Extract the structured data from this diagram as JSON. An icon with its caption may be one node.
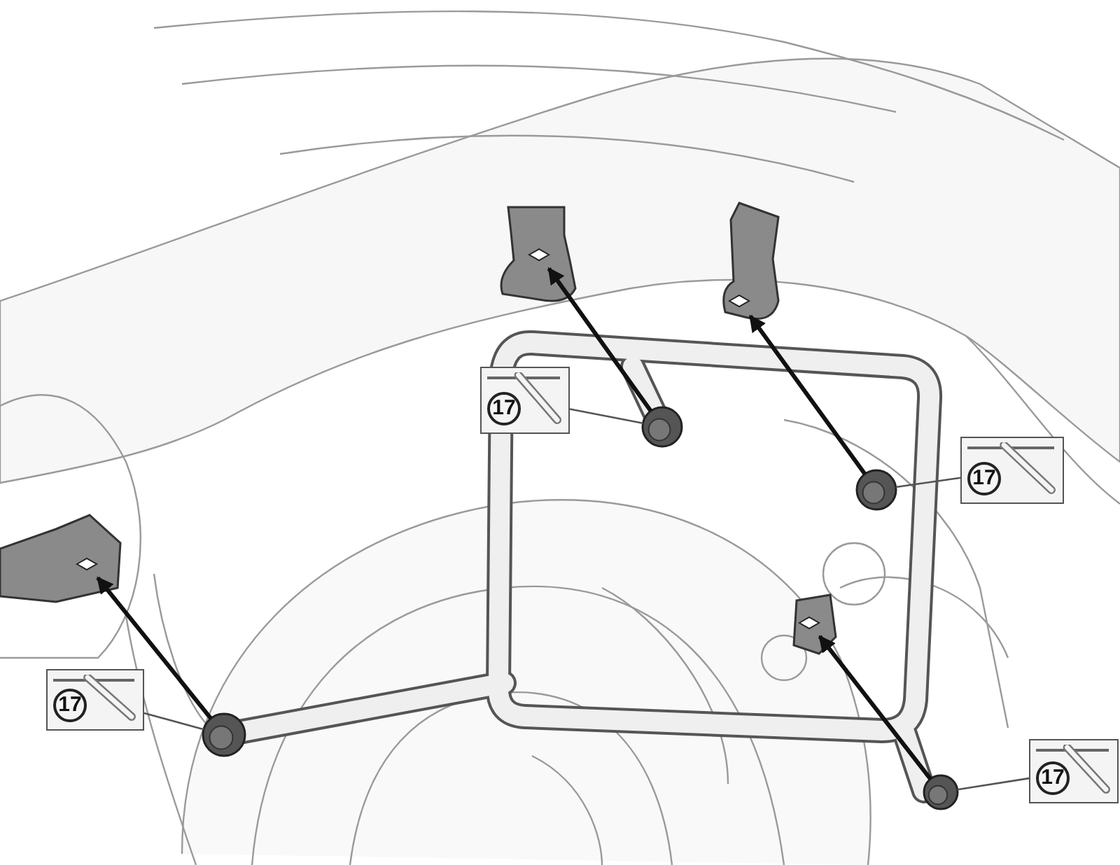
{
  "diagram": {
    "nodes": [
      {
        "text": [
          "17"
        ]
      },
      {
        "text": [
          "17"
        ]
      },
      {
        "text": [
          "17"
        ]
      },
      {
        "text": [
          "17"
        ]
      },
      {
        "text": [],
        "shape": "circle"
      },
      {
        "text": [],
        "shape": "circle"
      },
      {
        "text": [],
        "shape": "circle"
      },
      {
        "text": [],
        "shape": "circle"
      },
      {
        "text": [],
        "shape": "bracket"
      },
      {
        "text": [],
        "shape": "bracket"
      },
      {
        "text": [],
        "shape": "bracket"
      },
      {
        "text": [],
        "shape": "bracket"
      }
    ],
    "edges": [
      {
        "from": 0,
        "to": 4,
        "arrow": "none"
      },
      {
        "from": 1,
        "to": 5,
        "arrow": "none"
      },
      {
        "from": 2,
        "to": 6,
        "arrow": "none"
      },
      {
        "from": 3,
        "to": 7,
        "arrow": "none"
      },
      {
        "from": 4,
        "to": 8,
        "arrow": "to",
        "style": "thick"
      },
      {
        "from": 5,
        "to": 9,
        "arrow": "to",
        "style": "thick"
      },
      {
        "from": 6,
        "to": 10,
        "arrow": "to",
        "style": "thick"
      },
      {
        "from": 7,
        "to": 11,
        "arrow": "to",
        "style": "thick"
      }
    ]
  }
}
